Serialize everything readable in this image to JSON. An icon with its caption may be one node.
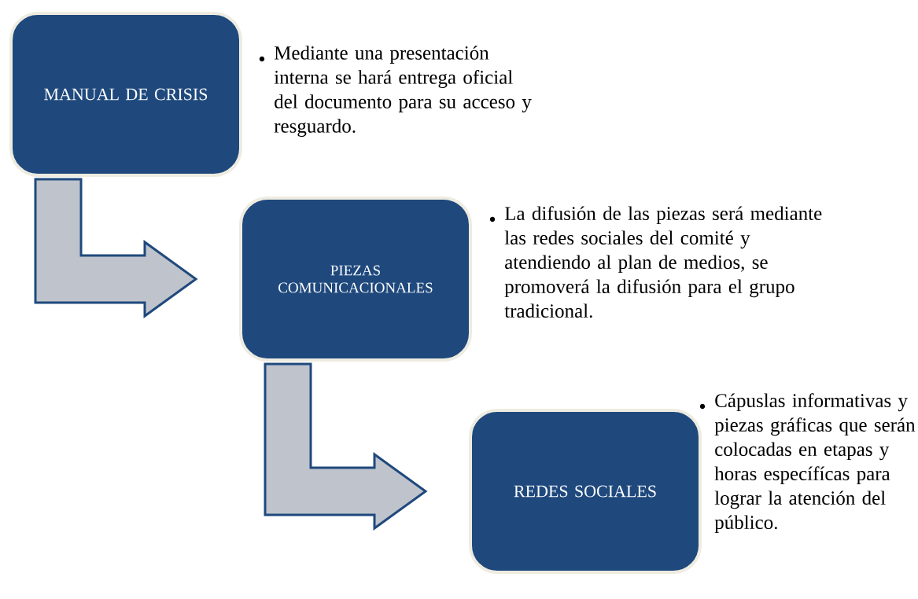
{
  "diagram": {
    "nodes": [
      {
        "text": [
          "MANUAL DE CRISIS"
        ],
        "beside": [
          "Mediante una presentación interna se hará entrega oficial del documento para su acceso y resguardo."
        ]
      },
      {
        "text": [
          "PIEZAS COMUNICACIONALES"
        ],
        "beside": [
          "La difusión de las piezas será mediante las redes sociales del comité y atendiendo al plan de medios, se promoverá la difusión para el grupo tradicional."
        ]
      },
      {
        "text": [
          "REDES SOCIALES"
        ],
        "beside": [
          "Cápuslas informativas y piezas gráficas que serán colocadas en etapas y horas específícas para lograr la atención del público."
        ]
      }
    ],
    "edges": [
      {
        "from": 0,
        "to": 1,
        "arrow": "to"
      },
      {
        "from": 1,
        "to": 2,
        "arrow": "to"
      }
    ]
  }
}
